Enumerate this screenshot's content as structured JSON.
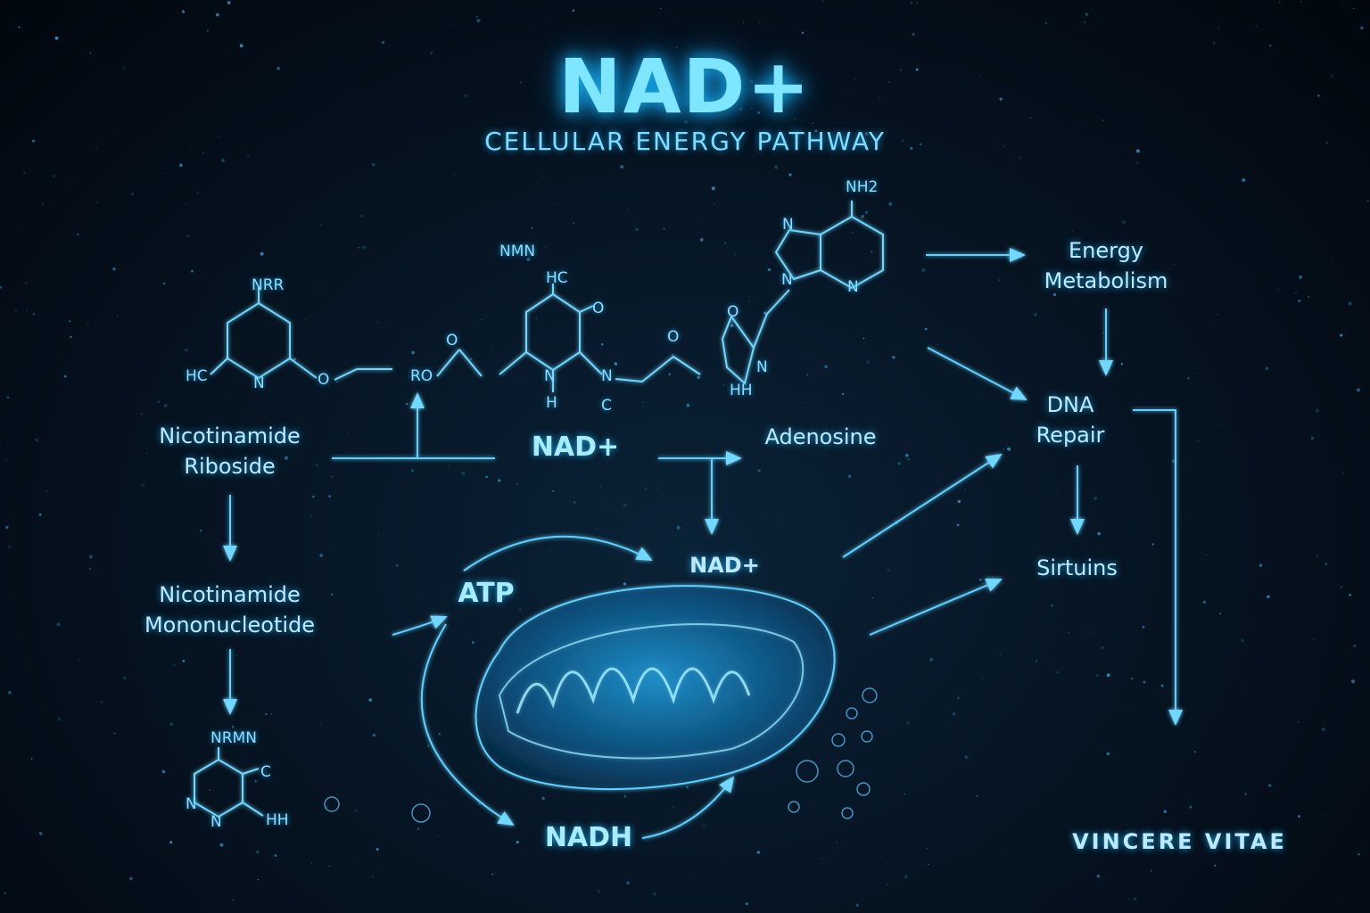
{
  "title": "NAD+",
  "subtitle": "CELLULAR ENERGY PATHWAY",
  "nodes": {
    "energy_metabolism": "Energy Metabolism",
    "dna_repair": "DNA Repair",
    "sirtuins": "Sirtuins",
    "nicotinamide_riboside": "Nicotinamide Riboside",
    "nad_center": "NAD+",
    "adenosine": "Adenosine",
    "nicotinamide_mononucleotide": "Nicotinamide Mononucleotide",
    "nad_mito": "NAD+",
    "atp": "ATP",
    "nadh": "NADH"
  },
  "brand": "VINCERE VITAE",
  "atom_labels": [
    "NRR",
    "HC",
    "N",
    "O",
    "RO",
    "NMN",
    "HC",
    "O",
    "O",
    "N",
    "H",
    "N",
    "C",
    "O",
    "O",
    "N",
    "HH",
    "NH2",
    "N",
    "N",
    "N",
    "NRMN",
    "C",
    "N",
    "N",
    "HH"
  ],
  "colors": {
    "accent": "#4fd2ff",
    "background": "#030b14"
  }
}
